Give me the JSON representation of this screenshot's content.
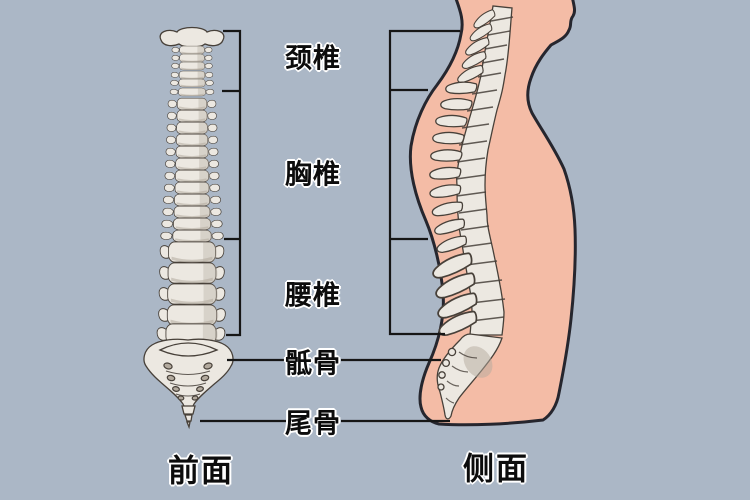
{
  "diagram": {
    "subject": "human-spine-anatomy",
    "regions": [
      {
        "id": "cervical",
        "label": "颈椎"
      },
      {
        "id": "thoracic",
        "label": "胸椎"
      },
      {
        "id": "lumbar",
        "label": "腰椎"
      },
      {
        "id": "sacrum",
        "label": "骶骨"
      },
      {
        "id": "coccyx",
        "label": "尾骨"
      }
    ],
    "views": [
      {
        "id": "front",
        "caption": "前面"
      },
      {
        "id": "side",
        "caption": "侧面"
      }
    ]
  },
  "colors": {
    "bg": "#abb7c6",
    "skin": "#f4bca6",
    "skin_line": "#26262e",
    "bone": "#ece8e1",
    "bone_shade": "#b3aa9e",
    "bone_line": "#474039",
    "line": "#161616",
    "ink": "#0c0c0c",
    "halo": "#ffffff"
  }
}
